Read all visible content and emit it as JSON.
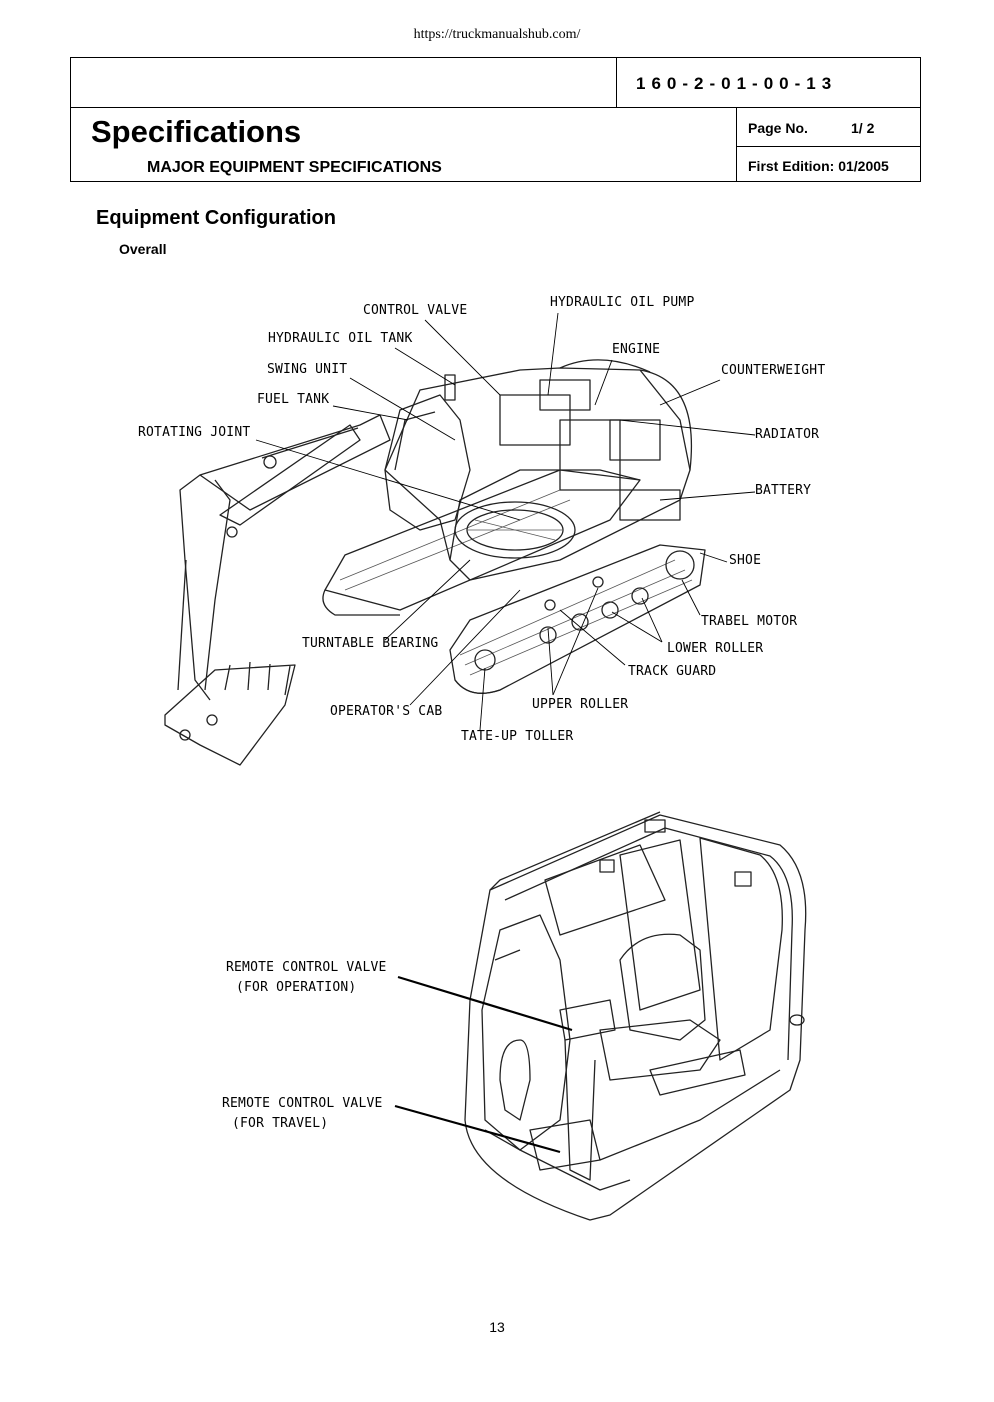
{
  "source_url": "https://truckmanualshub.com/",
  "header": {
    "doc_code": "160-2-01-00-13",
    "title": "Specifications",
    "subtitle": "MAJOR EQUIPMENT SPECIFICATIONS",
    "page_no_label": "Page No.",
    "page_no_value": "1/ 2",
    "edition": "First Edition: 01/2005"
  },
  "section": {
    "title": "Equipment Configuration",
    "subtitle": "Overall"
  },
  "excavator_labels": {
    "control_valve": "CONTROL VALVE",
    "hydraulic_oil_pump": "HYDRAULIC OIL PUMP",
    "hydraulic_oil_tank": "HYDRAULIC OIL TANK",
    "engine": "ENGINE",
    "swing_unit": "SWING UNIT",
    "counterweight": "COUNTERWEIGHT",
    "fuel_tank": "FUEL TANK",
    "rotating_joint": "ROTATING JOINT",
    "radiator": "RADIATOR",
    "battery": "BATTERY",
    "shoe": "SHOE",
    "trabel_motor": "TRABEL MOTOR",
    "turntable_bearing": "TURNTABLE BEARING",
    "lower_roller": "LOWER ROLLER",
    "track_guard": "TRACK GUARD",
    "upper_roller": "UPPER ROLLER",
    "operators_cab": "OPERATOR'S CAB",
    "tate_up_toller": "TATE-UP TOLLER"
  },
  "cab_labels": {
    "rcv_operation_1": "REMOTE CONTROL VALVE",
    "rcv_operation_2": "(FOR OPERATION)",
    "rcv_travel_1": "REMOTE CONTROL VALVE",
    "rcv_travel_2": "(FOR TRAVEL)"
  },
  "page_number": "13"
}
